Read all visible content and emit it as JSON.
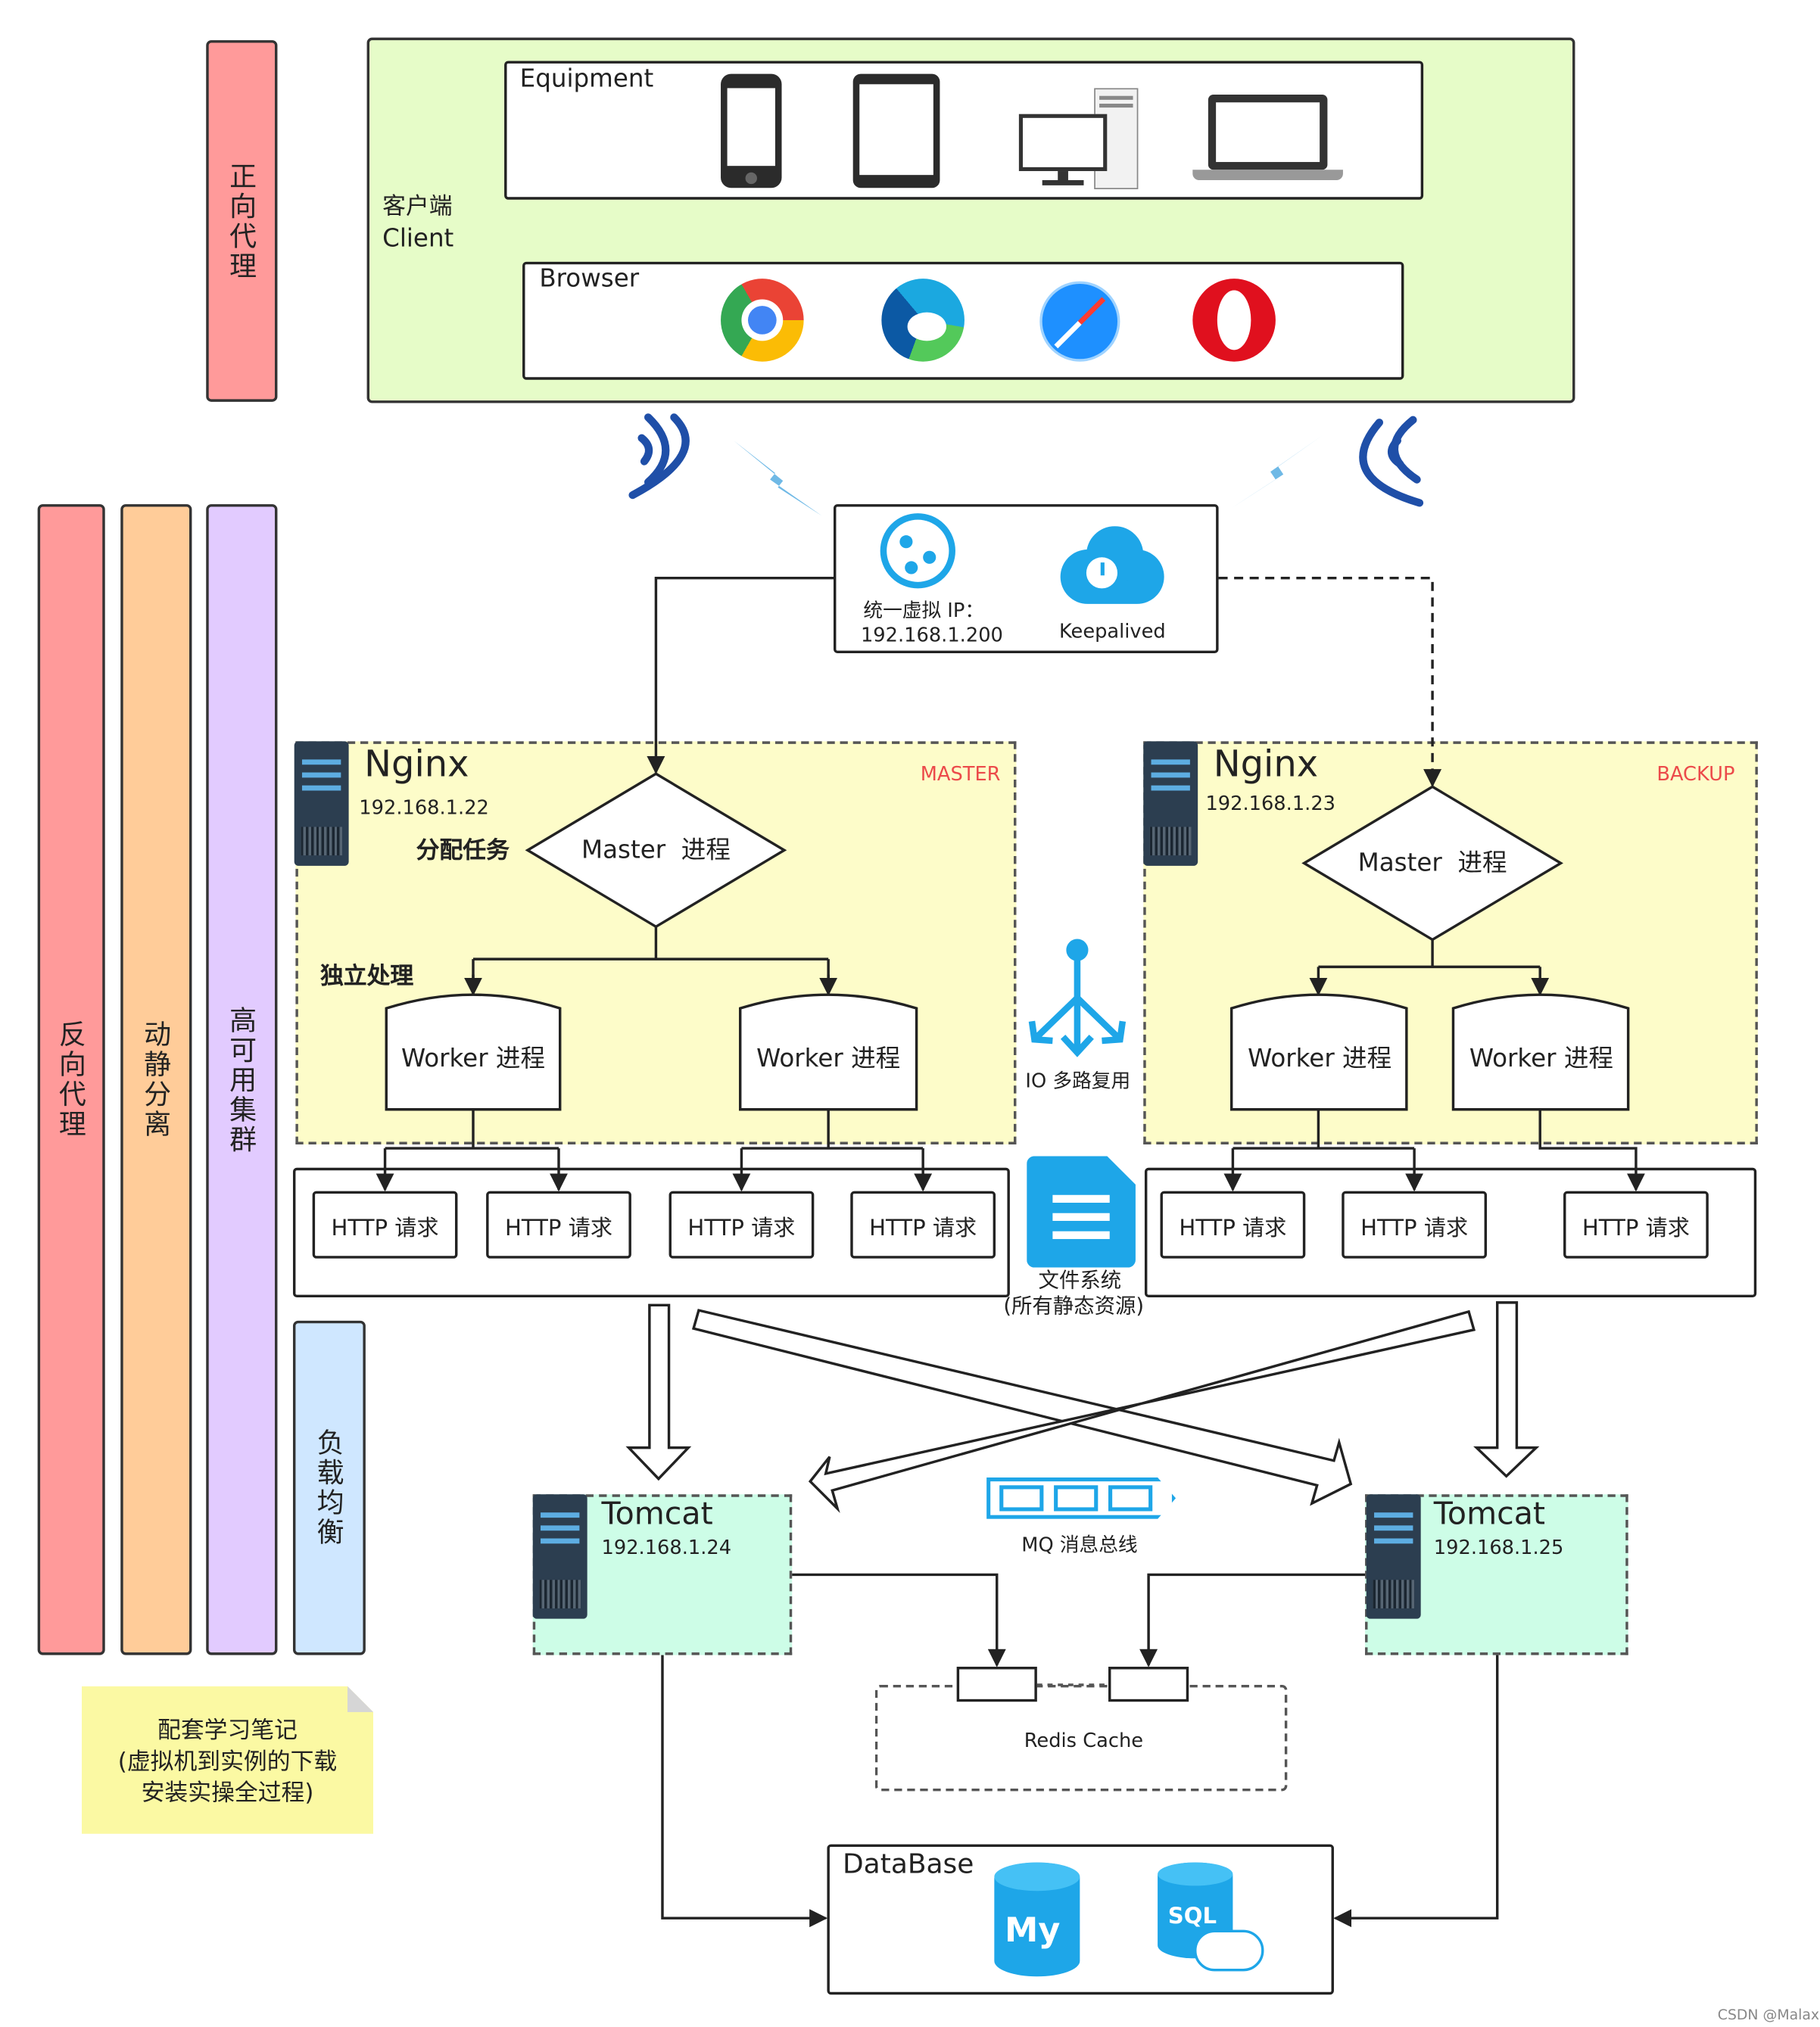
{
  "sidebar": {
    "forward_proxy": "正向代理",
    "reverse_proxy": "反向代理",
    "static_dynamic": "动静分离",
    "ha_cluster": "高可用集群",
    "load_balance": "负载均衡"
  },
  "note": {
    "line1": "配套学习笔记",
    "line2": "(虚拟机到实例的下载",
    "line3": "安装实操全过程)"
  },
  "client": {
    "label_cn": "客户端",
    "label_en": "Client",
    "equipment_title": "Equipment",
    "equipment_icons": [
      "phone-icon",
      "tablet-icon",
      "desktop-pc-icon",
      "laptop-icon"
    ],
    "browser_title": "Browser",
    "browser_icons": [
      "chrome-icon",
      "edge-icon",
      "safari-icon",
      "opera-icon"
    ]
  },
  "vip": {
    "label1": "统一虚拟 IP：",
    "label2": "192.168.1.200",
    "keepalived": "Keepalived"
  },
  "nginx_master": {
    "title": "Nginx",
    "ip": "192.168.1.22",
    "role": "MASTER",
    "assign_label": "分配任务",
    "process_label": "独立处理",
    "master_process": "Master  进程",
    "workers": [
      "Worker 进程",
      "Worker 进程"
    ],
    "requests": [
      "HTTP 请求",
      "HTTP 请求",
      "HTTP 请求",
      "HTTP 请求"
    ]
  },
  "nginx_backup": {
    "title": "Nginx",
    "ip": "192.168.1.23",
    "role": "BACKUP",
    "master_process": "Master  进程",
    "workers": [
      "Worker 进程",
      "Worker 进程"
    ],
    "requests": [
      "HTTP 请求",
      "HTTP 请求",
      "HTTP 请求"
    ]
  },
  "io_mux": "IO 多路复用",
  "filesystem": {
    "line1": "文件系统",
    "line2": "(所有静态资源)"
  },
  "tomcat1": {
    "title": "Tomcat",
    "ip": "192.168.1.24"
  },
  "tomcat2": {
    "title": "Tomcat",
    "ip": "192.168.1.25"
  },
  "mq": "MQ 消息总线",
  "redis": "Redis Cache",
  "database": {
    "title": "DataBase",
    "icons": [
      "mysql-icon",
      "sql-cloud-icon"
    ]
  },
  "watermark": "CSDN @Malax",
  "colors": {
    "client_bg": "#e6fcc8",
    "nginx_bg": "#fdfcc9",
    "tomcat_bg": "#cdfde7",
    "forward_bar": "#ff9a9a",
    "reverse_bar": "#ff9a9a",
    "static_bar": "#ffcc99",
    "ha_bar": "#e2cbff",
    "lb_bar": "#cfe7ff",
    "note_bg": "#fbf9a3",
    "role_text": "#ec4a4a",
    "icon_blue": "#1ea6e8"
  }
}
